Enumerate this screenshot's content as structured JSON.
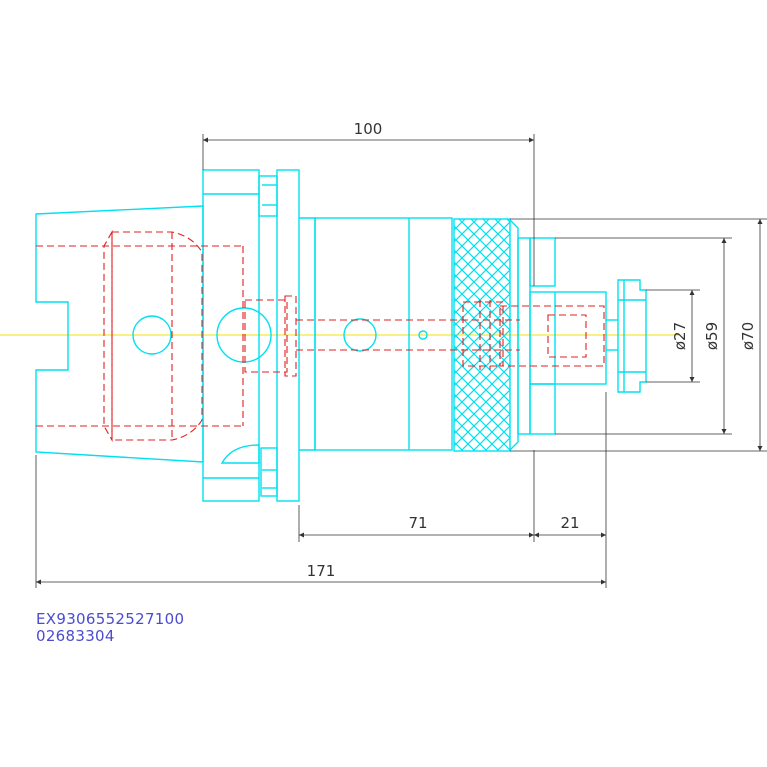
{
  "dimensions": {
    "length_100": "100",
    "length_71": "71",
    "length_21": "21",
    "length_171": "171",
    "dia_27": "ø27",
    "dia_59": "ø59",
    "dia_70": "ø70"
  },
  "part_codes": {
    "article_number": "EX9306552527100",
    "order_number": "02683304"
  },
  "colors": {
    "outline": "#00e0f0",
    "hidden_lines": "#e02020",
    "centerline": "#f0e000",
    "dimension": "#333333",
    "code_text": "#4b4bd0"
  }
}
